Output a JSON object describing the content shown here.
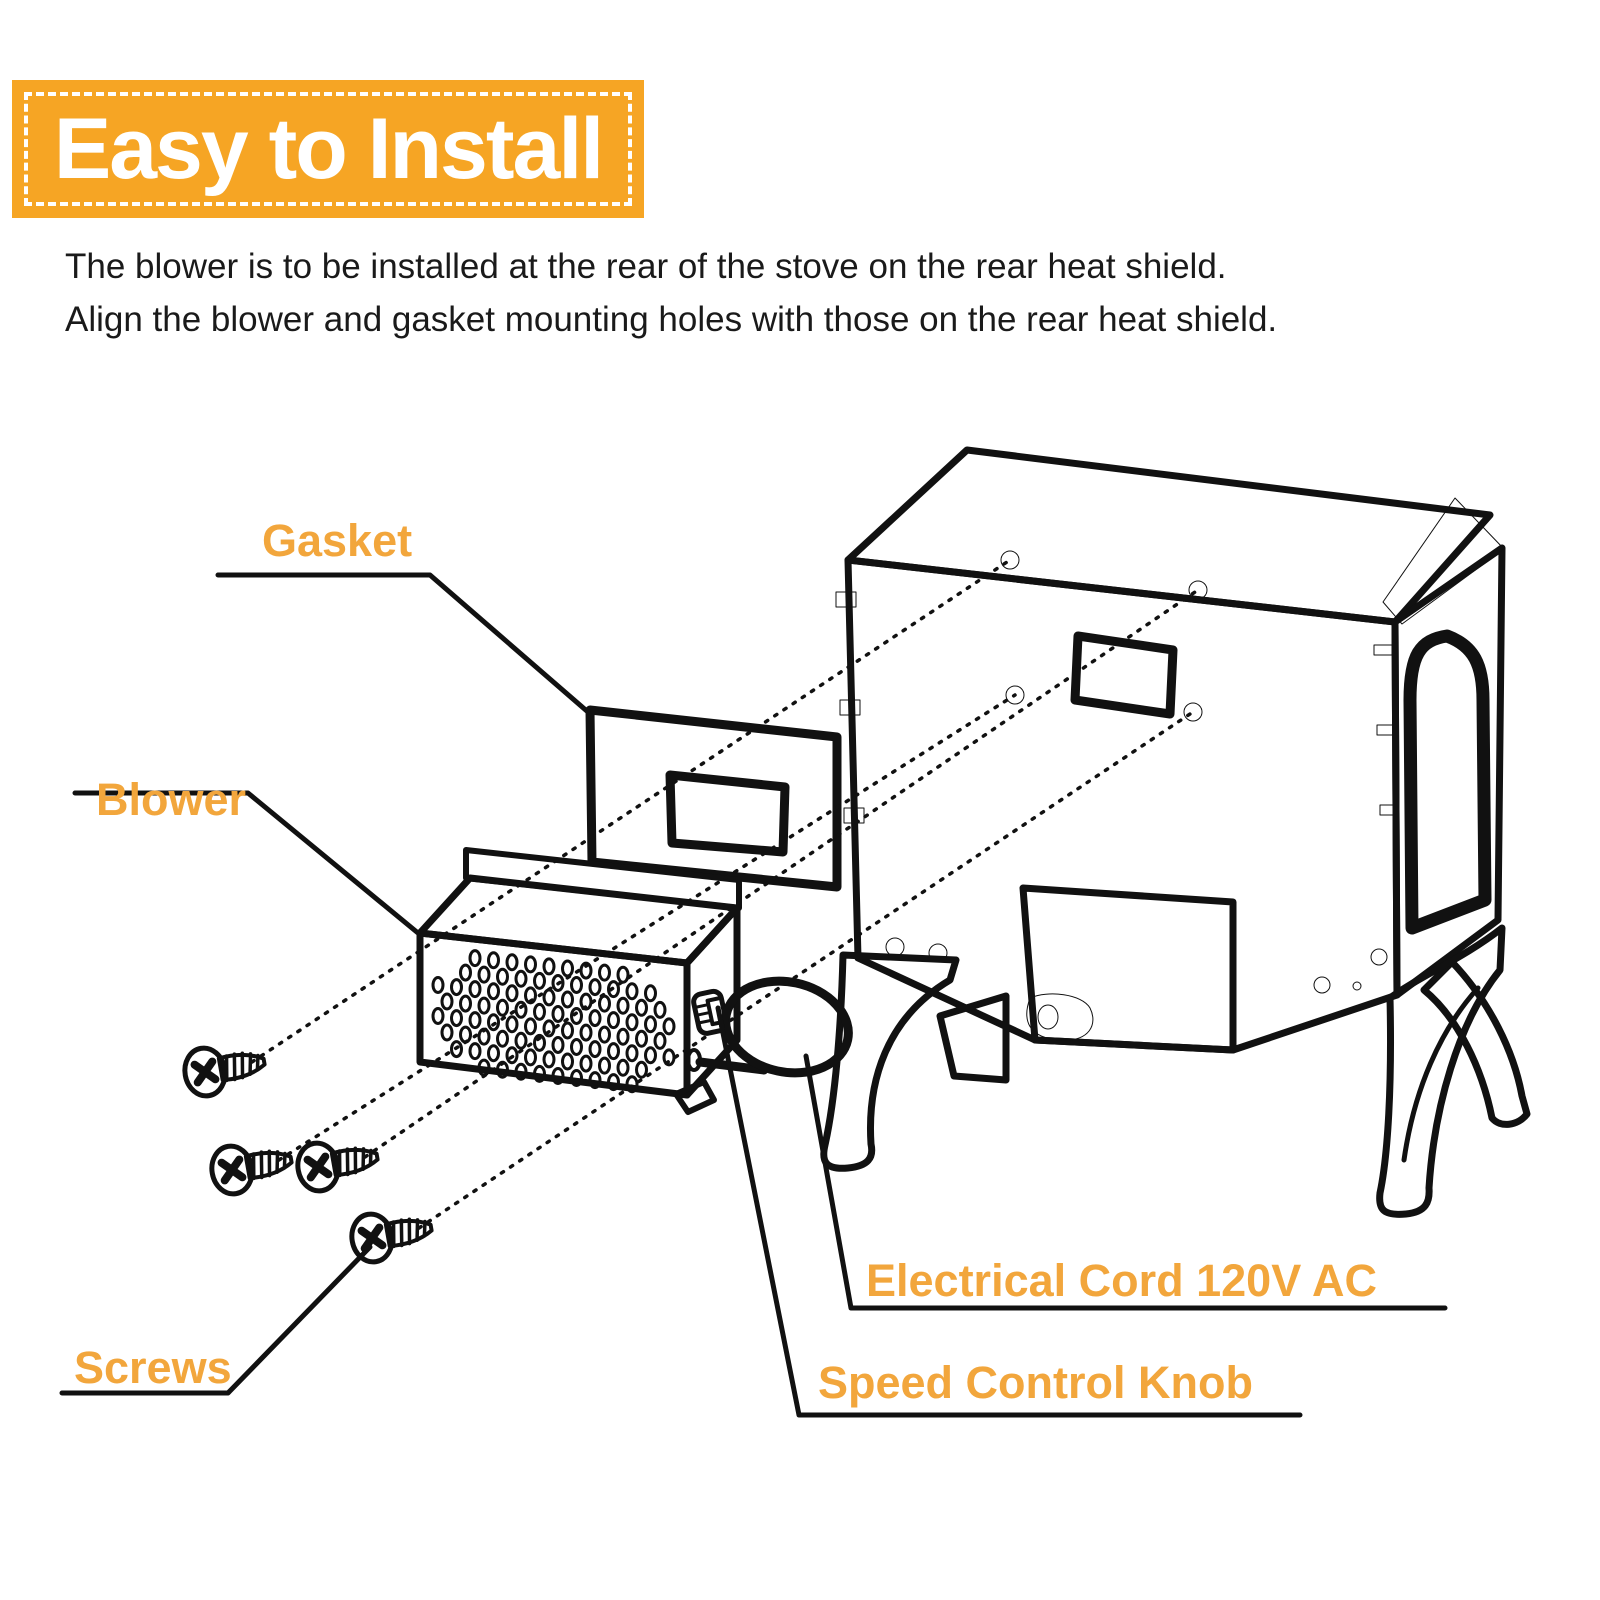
{
  "banner": {
    "title": "Easy to Install"
  },
  "description": {
    "lines": [
      "The blower is to be installed at the rear of the stove on the rear heat shield.",
      "Align the blower and gasket mounting holes with those on the rear heat shield."
    ]
  },
  "diagram": {
    "labels": {
      "gasket": "Gasket",
      "blower": "Blower",
      "screws": "Screws",
      "electrical_cord": "Electrical Cord 120V AC",
      "speed_control_knob": "Speed Control Knob"
    },
    "screw_count": 4,
    "colors": {
      "banner_orange": "#F6A524",
      "label_orange": "#F2A63C",
      "line_black": "#111111",
      "background": "#FFFFFF"
    }
  }
}
